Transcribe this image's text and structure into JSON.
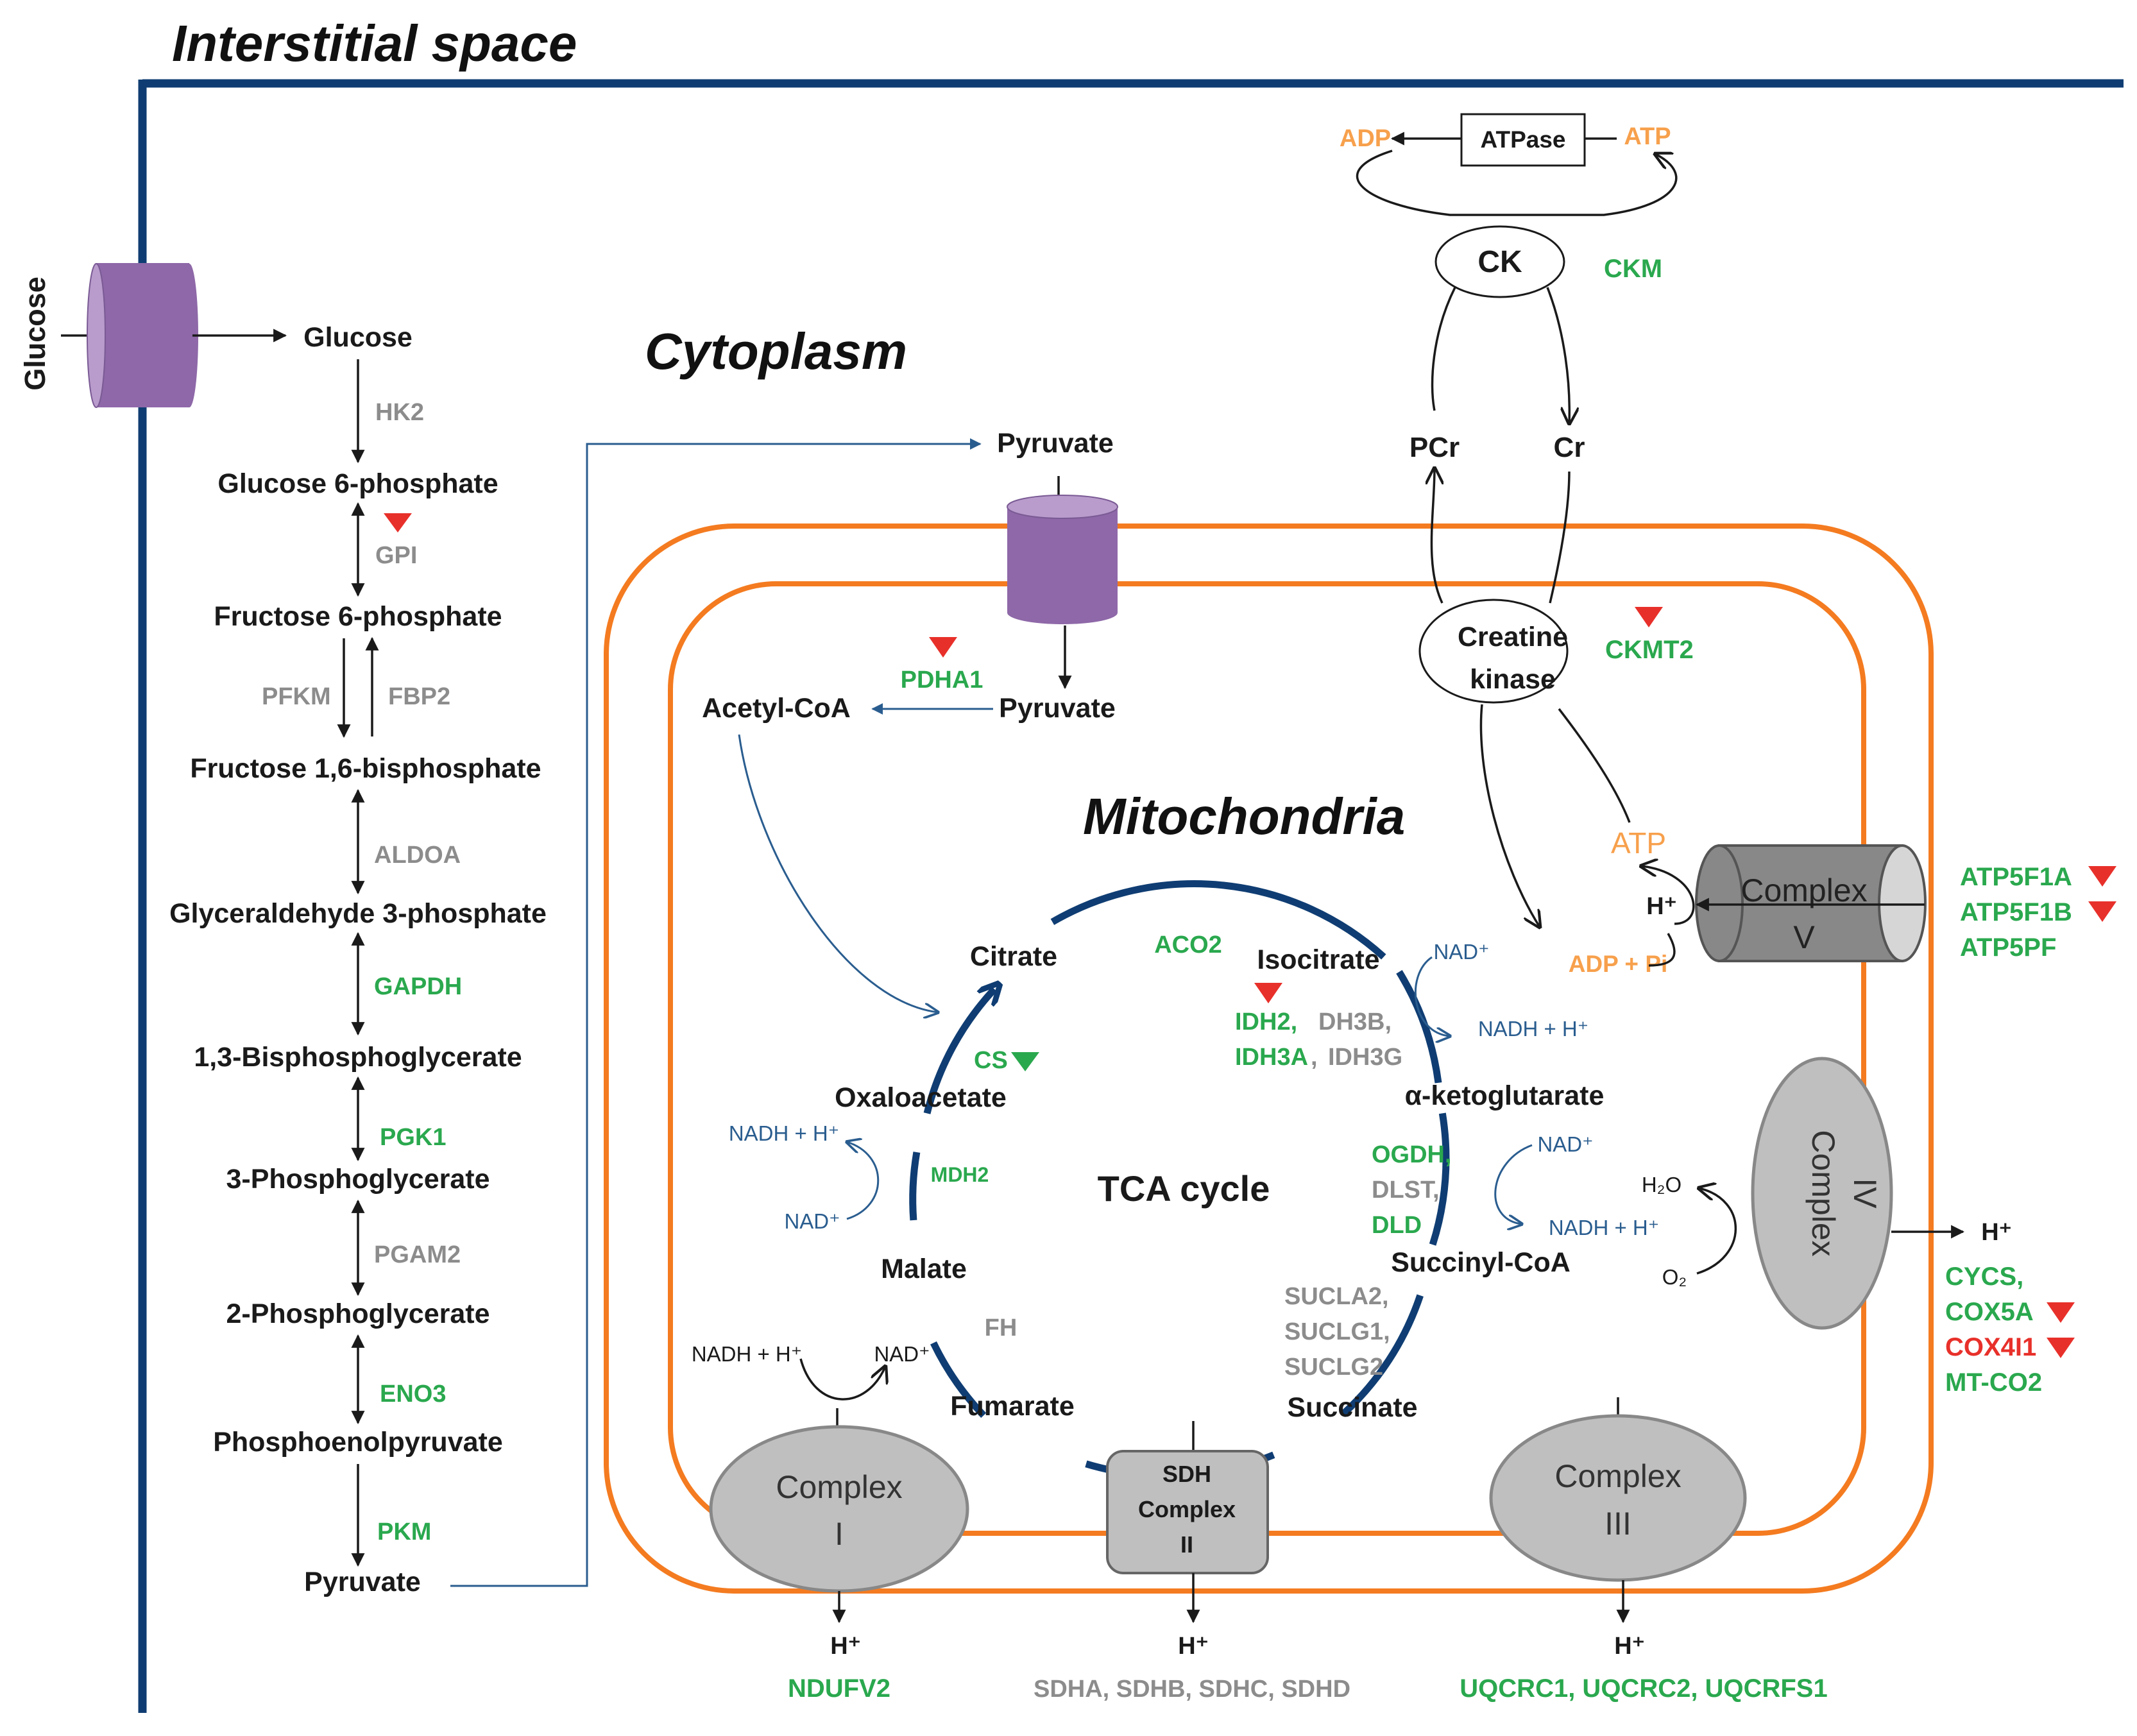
{
  "compartments": {
    "interstitial": "Interstitial space",
    "cytoplasm": "Cytoplasm",
    "mitochondria": "Mitochondria"
  },
  "glycolysis": {
    "glucose_outside": "Glucose",
    "metabolites": [
      "Glucose",
      "Glucose 6-phosphate",
      "Fructose 6-phosphate",
      "Fructose 1,6-bisphosphate",
      "Glyceraldehyde 3-phosphate",
      "1,3-Bisphosphoglycerate",
      "3-Phosphoglycerate",
      "2-Phosphoglycerate",
      "Phosphoenolpyruvate",
      "Pyruvate"
    ],
    "enzymes": [
      "HK2",
      "GPI",
      "PFKM",
      "FBP2",
      "ALDOA",
      "GAPDH",
      "PGK1",
      "PGAM2",
      "ENO3",
      "PKM"
    ]
  },
  "pyruvate": {
    "cytoplasm": "Pyruvate",
    "mito": "Pyruvate",
    "acetyl_coa": "Acetyl-CoA",
    "pdh": "PDHA1"
  },
  "creatine": {
    "adp": "ADP",
    "atpase": "ATPase",
    "atp": "ATP",
    "ck": "CK",
    "ckm": "CKM",
    "pcr": "PCr",
    "cr": "Cr",
    "ck_mito_line1": "Creatine",
    "ck_mito_line2": "kinase",
    "ckmt2": "CKMT2",
    "atp_mito": "ATP",
    "adp_pi": "ADP + Pi"
  },
  "tca": {
    "title": "TCA cycle",
    "citrate": "Citrate",
    "isocitrate": "Isocitrate",
    "akg": "α-ketoglutarate",
    "succoa": "Succinyl-CoA",
    "succinate": "Succinate",
    "fumarate": "Fumarate",
    "malate": "Malate",
    "oaa": "Oxaloacetate",
    "aco2": "ACO2",
    "cs": "CS",
    "idh2": "IDH2,",
    "dh3b": "DH3B,",
    "idh3a": "IDH3A",
    "comma": ",",
    "idh3g": "IDH3G",
    "ogdh": "OGDH,",
    "dlst": "DLST,",
    "dld": "DLD",
    "sucla2": "SUCLA2,",
    "suclg1": "SUCLG1,",
    "suclg2": "SUCLG2",
    "fh": "FH",
    "mdh2": "MDH2"
  },
  "cofactors": {
    "nad_plus": "NAD⁺",
    "nadh": "NADH + H⁺",
    "h_plus": "H⁺",
    "h2o": "H₂O",
    "o2": "O₂"
  },
  "complexes": {
    "c1": [
      "Complex",
      "I"
    ],
    "c2": [
      "SDH",
      "Complex",
      "II"
    ],
    "c3": [
      "Complex",
      "III"
    ],
    "c4": [
      "Complex",
      "IV"
    ],
    "c5": [
      "Complex",
      "V"
    ]
  },
  "etc_genes": {
    "c1": "NDUFV2",
    "c2": "SDHA, SDHB, SDHC, SDHD",
    "c3": "UQCRC1, UQCRC2, UQCRFS1",
    "c4": [
      "CYCS,",
      "COX5A",
      "COX4I1",
      "MT-CO2"
    ],
    "c5": [
      "ATP5F1A",
      "ATP5F1B",
      "ATP5PF"
    ]
  },
  "colors": {
    "membrane_blue": "#0f3d73",
    "mito_orange": "#f47b20",
    "transporter_purple": "#8e68a8",
    "complex_gray": "#bfbfbf",
    "gene_green": "#2aa84e",
    "gene_gray": "#8c8c8c",
    "down_red": "#e8302a",
    "energy_orange": "#f7a04c"
  }
}
